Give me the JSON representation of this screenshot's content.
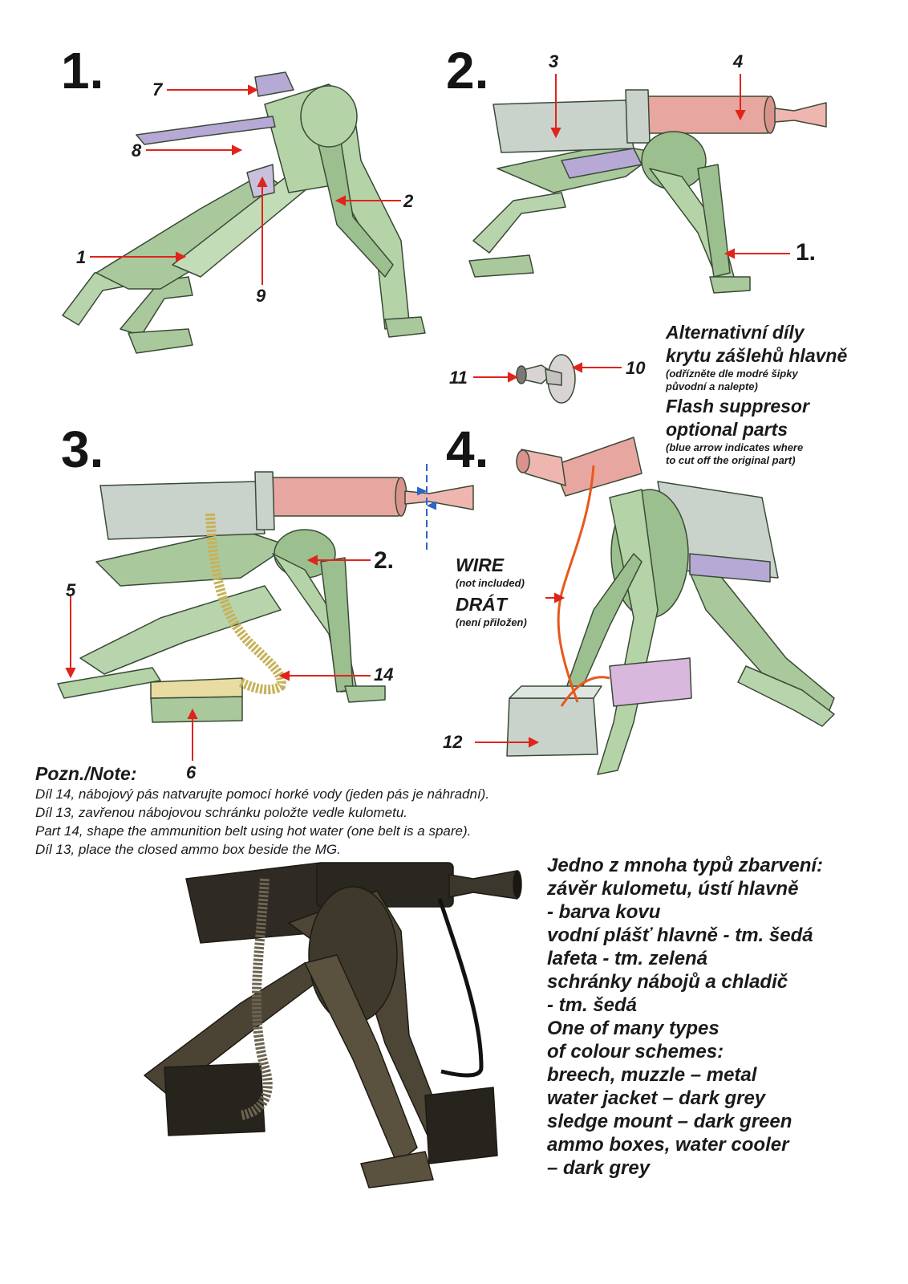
{
  "steps": [
    "1.",
    "2.",
    "3.",
    "4."
  ],
  "step1": {
    "labels": {
      "p7": "7",
      "p8": "8",
      "p2": "2",
      "p1": "1",
      "p9": "9"
    }
  },
  "step2": {
    "labels": {
      "p3": "3",
      "p4": "4",
      "ref1": "1."
    }
  },
  "alt_parts": {
    "labels": {
      "p11": "11",
      "p10": "10"
    },
    "cz_title_1": "Alternativní díly",
    "cz_title_2": "krytu zášlehů hlavně",
    "cz_note_1": "(odřízněte dle modré šipky",
    "cz_note_2": "původní a nalepte)",
    "en_title_1": "Flash suppresor",
    "en_title_2": "optional parts",
    "en_note_1": "(blue arrow indicates where",
    "en_note_2": "to cut off the original part)"
  },
  "step3": {
    "labels": {
      "ref2": "2.",
      "p5": "5",
      "p14": "14",
      "p6": "6"
    }
  },
  "step4": {
    "labels": {
      "p12": "12"
    },
    "wire_en": "WIRE",
    "wire_en_note": "(not included)",
    "wire_cz": "DRÁT",
    "wire_cz_note": "(není přiložen)"
  },
  "note": {
    "title": "Pozn./Note:",
    "lines": [
      "Díl 14, nábojový pás natvarujte pomocí horké vody (jeden pás je náhradní).",
      "Díl 13, zavřenou nábojovou schránku položte vedle kulometu.",
      "Part 14, shape the ammunition belt using hot water (one belt is a spare).",
      "Díl 13, place the closed ammo box beside the MG."
    ]
  },
  "color_scheme": {
    "lines": [
      "Jedno z mnoha typů zbarvení:",
      "závěr kulometu, ústí hlavně",
      "- barva kovu",
      "vodní plášť hlavně - tm. šedá",
      "lafeta - tm. zelená",
      "schránky nábojů a chladič",
      "- tm. šedá",
      "One of many types",
      "of colour schemes:",
      "breech, muzzle – metal",
      "water jacket – dark grey",
      "sledge mount – dark green",
      "ammo boxes, water cooler",
      "– dark grey"
    ]
  },
  "colors": {
    "mount_green": "#b4d4a8",
    "mount_green_dark": "#9cbf8f",
    "mount_outline": "#3a4a36",
    "barrel_pink": "#e8a6a0",
    "receiver_grey": "#c9d3cb",
    "purple_parts": "#b7a9d6",
    "ammo_brass": "#e8dca2",
    "leader_red": "#e0241b",
    "cut_blue": "#2a66c8",
    "wire_orange": "#e8581c",
    "render_dark": "#3a3326"
  }
}
